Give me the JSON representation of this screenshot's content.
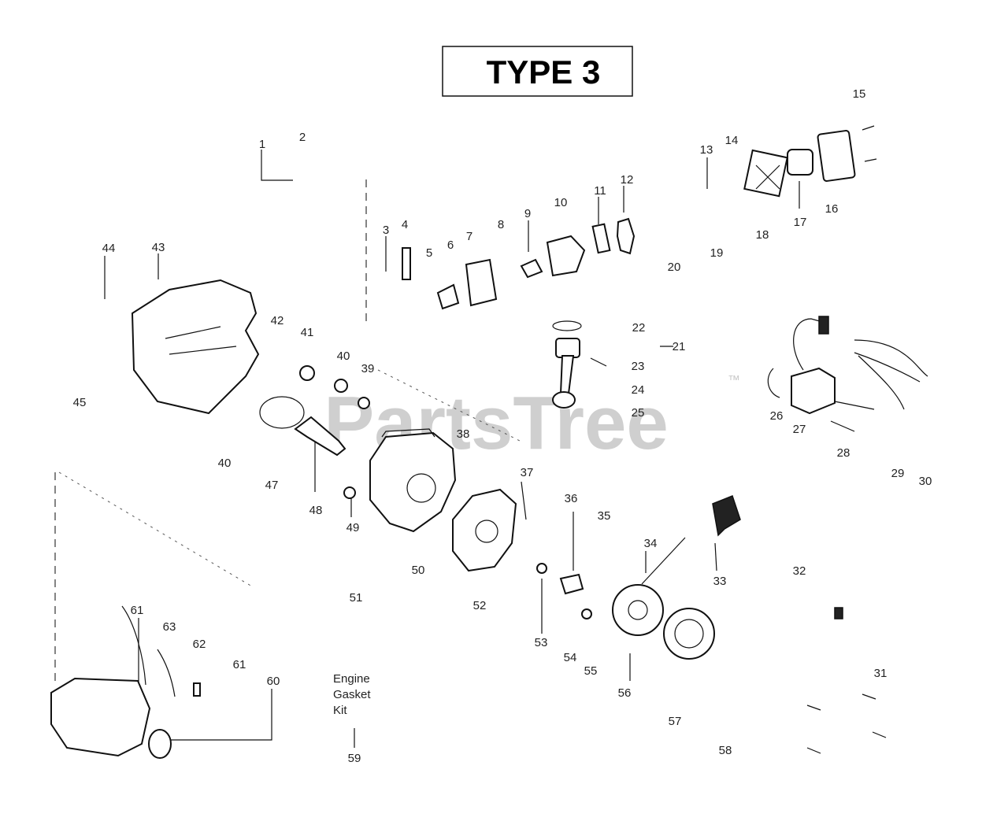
{
  "title": "TYPE 3",
  "watermark": "PartsTree",
  "watermark_mark": "™",
  "kit_label": [
    "Engine",
    "Gasket",
    "Kit"
  ],
  "callouts": [
    {
      "id": "1",
      "text": "1"
    },
    {
      "id": "2",
      "text": "2"
    },
    {
      "id": "3",
      "text": "3"
    },
    {
      "id": "4",
      "text": "4"
    },
    {
      "id": "5",
      "text": "5"
    },
    {
      "id": "6",
      "text": "6"
    },
    {
      "id": "7",
      "text": "7"
    },
    {
      "id": "8",
      "text": "8"
    },
    {
      "id": "9",
      "text": "9"
    },
    {
      "id": "10",
      "text": "10"
    },
    {
      "id": "11",
      "text": "11"
    },
    {
      "id": "12",
      "text": "12"
    },
    {
      "id": "13",
      "text": "13"
    },
    {
      "id": "14",
      "text": "14"
    },
    {
      "id": "15",
      "text": "15"
    },
    {
      "id": "16",
      "text": "16"
    },
    {
      "id": "17",
      "text": "17"
    },
    {
      "id": "18",
      "text": "18"
    },
    {
      "id": "19",
      "text": "19"
    },
    {
      "id": "20",
      "text": "20"
    },
    {
      "id": "21",
      "text": "21"
    },
    {
      "id": "22",
      "text": "22"
    },
    {
      "id": "23",
      "text": "23"
    },
    {
      "id": "24",
      "text": "24"
    },
    {
      "id": "25",
      "text": "25"
    },
    {
      "id": "26",
      "text": "26"
    },
    {
      "id": "27",
      "text": "27"
    },
    {
      "id": "28",
      "text": "28"
    },
    {
      "id": "29",
      "text": "29"
    },
    {
      "id": "30",
      "text": "30"
    },
    {
      "id": "31",
      "text": "31"
    },
    {
      "id": "32",
      "text": "32"
    },
    {
      "id": "33",
      "text": "33"
    },
    {
      "id": "34",
      "text": "34"
    },
    {
      "id": "35",
      "text": "35"
    },
    {
      "id": "36",
      "text": "36"
    },
    {
      "id": "37",
      "text": "37"
    },
    {
      "id": "38",
      "text": "38"
    },
    {
      "id": "39",
      "text": "39"
    },
    {
      "id": "40a",
      "text": "40"
    },
    {
      "id": "40b",
      "text": "40"
    },
    {
      "id": "41",
      "text": "41"
    },
    {
      "id": "42",
      "text": "42"
    },
    {
      "id": "43",
      "text": "43"
    },
    {
      "id": "44",
      "text": "44"
    },
    {
      "id": "45",
      "text": "45"
    },
    {
      "id": "47",
      "text": "47"
    },
    {
      "id": "48",
      "text": "48"
    },
    {
      "id": "49",
      "text": "49"
    },
    {
      "id": "50",
      "text": "50"
    },
    {
      "id": "51",
      "text": "51"
    },
    {
      "id": "52",
      "text": "52"
    },
    {
      "id": "53",
      "text": "53"
    },
    {
      "id": "54",
      "text": "54"
    },
    {
      "id": "55",
      "text": "55"
    },
    {
      "id": "56",
      "text": "56"
    },
    {
      "id": "57",
      "text": "57"
    },
    {
      "id": "58",
      "text": "58"
    },
    {
      "id": "59",
      "text": "59"
    },
    {
      "id": "60",
      "text": "60"
    },
    {
      "id": "61a",
      "text": "61"
    },
    {
      "id": "61b",
      "text": "61"
    },
    {
      "id": "62",
      "text": "62"
    },
    {
      "id": "63",
      "text": "63"
    }
  ]
}
